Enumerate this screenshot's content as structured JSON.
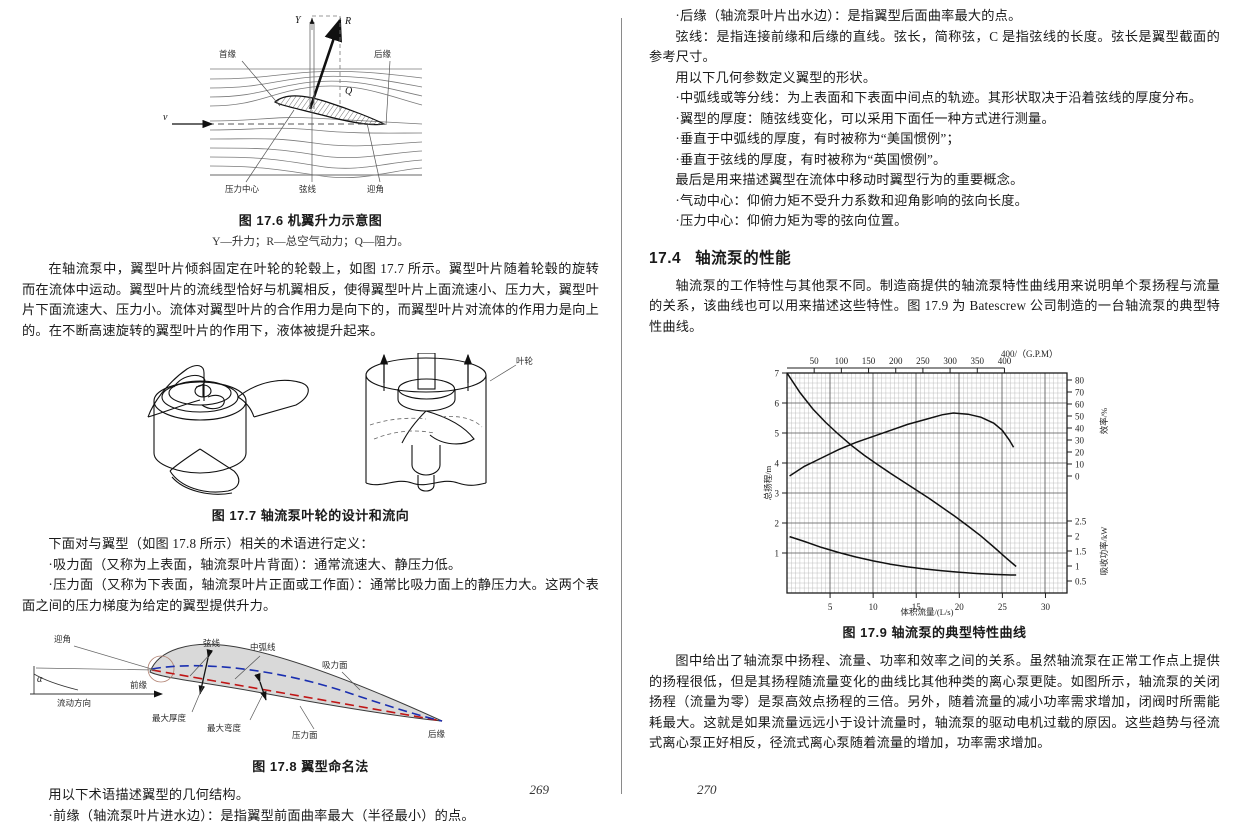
{
  "left_page": {
    "page_number": "269",
    "figure_17_6": {
      "caption": "图 17.6   机翼升力示意图",
      "subcaption": "Y—升力；R—总空气动力；Q—阻力。",
      "labels": {
        "leading_edge": "首缘",
        "trailing_edge": "后缘",
        "pressure_center": "压力中心",
        "chord_line": "弦线",
        "angle_of_attack": "迎角",
        "lift": "Y",
        "resultant": "R",
        "drag": "Q",
        "velocity": "v"
      }
    },
    "para1": "在轴流泵中，翼型叶片倾斜固定在叶轮的轮毂上，如图 17.7 所示。翼型叶片随着轮毂的旋转而在流体中运动。翼型叶片的流线型恰好与机翼相反，使得翼型叶片上面流速小、压力大，翼型叶片下面流速大、压力小。流体对翼型叶片的合作用力是向下的，而翼型叶片对流体的作用力是向上的。在不断高速旋转的翼型叶片的作用下，液体被提升起来。",
    "figure_17_7": {
      "caption": "图 17.7   轴流泵叶轮的设计和流向",
      "labels": {
        "impeller": "叶轮"
      }
    },
    "para2": "下面对与翼型（如图 17.8 所示）相关的术语进行定义：",
    "bullet1": "·吸力面（又称为上表面，轴流泵叶片背面）：通常流速大、静压力低。",
    "bullet2": "·压力面（又称为下表面，轴流泵叶片正面或工作面）：通常比吸力面上的静压力大。这两个表面之间的压力梯度为给定的翼型提供升力。",
    "figure_17_8": {
      "caption": "图 17.8   翼型命名法",
      "labels": {
        "alpha": "α",
        "angle_of_attack": "迎角",
        "flow_direction": "流动方向",
        "chord_line": "弦线",
        "mean_camber_line": "中弧线",
        "suction_surface": "吸力面",
        "leading_edge": "前缘",
        "max_thickness": "最大厚度",
        "max_camber": "最大弯度",
        "pressure_surface": "压力面",
        "trailing_edge": "后缘"
      },
      "colors": {
        "camber_line": "#1a2fb0",
        "chord_line": "#c01515",
        "body_fill": "#d8d8d8"
      }
    },
    "para3": "用以下术语描述翼型的几何结构。",
    "bullet3": "·前缘（轴流泵叶片进水边）：是指翼型前面曲率最大（半径最小）的点。"
  },
  "right_page": {
    "page_number": "270",
    "bullet1": "·后缘（轴流泵叶片出水边）：是指翼型后面曲率最大的点。",
    "para1": "弦线：是指连接前缘和后缘的直线。弦长，简称弦，C 是指弦线的长度。弦长是翼型截面的参考尺寸。",
    "para2": "用以下几何参数定义翼型的形状。",
    "bullet2": "·中弧线或等分线：为上表面和下表面中间点的轨迹。其形状取决于沿着弦线的厚度分布。",
    "bullet3": "·翼型的厚度：随弦线变化，可以采用下面任一种方式进行测量。",
    "bullet4": "·垂直于中弧线的厚度，有时被称为“美国惯例”；",
    "bullet5": "·垂直于弦线的厚度，有时被称为“英国惯例”。",
    "para3": "最后是用来描述翼型在流体中移动时翼型行为的重要概念。",
    "bullet6": "·气动中心：仰俯力矩不受升力系数和迎角影响的弦向长度。",
    "bullet7": "·压力中心：仰俯力矩为零的弦向位置。",
    "section": {
      "number": "17.4",
      "title": "轴流泵的性能"
    },
    "para4": "轴流泵的工作特性与其他泵不同。制造商提供的轴流泵特性曲线用来说明单个泵扬程与流量的关系，该曲线也可以用来描述这些特性。图 17.9 为 Batescrew 公司制造的一台轴流泵的典型特性曲线。",
    "figure_17_9_caption": "图 17.9   轴流泵的典型特性曲线",
    "para5": "图中给出了轴流泵中扬程、流量、功率和效率之间的关系。虽然轴流泵在正常工作点上提供的扬程很低，但是其扬程随流量变化的曲线比其他种类的离心泵更陡。如图所示，轴流泵的关闭扬程（流量为零）是泵高效点扬程的三倍。另外，随着流量的减小功率需求增加，闭阀时所需能耗最大。这就是如果流量远远小于设计流量时，轴流泵的驱动电机过载的原因。这些趋势与径流式离心泵正好相反，径流式离心泵随着流量的增加，功率需求增加。"
  },
  "chart_data": {
    "type": "line",
    "title": "图 17.9   轴流泵的典型特性曲线",
    "xlabel": "体积流量/(L/s)",
    "xlabel_top": "400/（G.P.M）",
    "ylabel_left": "总扬程/m",
    "ylabel_right_upper": "效率/%",
    "ylabel_right_lower": "吸收功率/kW",
    "xlim": [
      0,
      32.5
    ],
    "xticks": [
      5,
      10,
      15,
      20,
      25,
      30
    ],
    "xticks_top": [
      50,
      100,
      150,
      200,
      250,
      300,
      350,
      400
    ],
    "ylim_left": [
      0,
      7.35
    ],
    "yticks_left": [
      1,
      2,
      3,
      4,
      5,
      6,
      7
    ],
    "ylim_right_upper": [
      0,
      80
    ],
    "yticks_right_upper": [
      0,
      10,
      20,
      30,
      40,
      50,
      60,
      70,
      80
    ],
    "yticks_right_lower": [
      0.5,
      1,
      1.5,
      2,
      2.5
    ],
    "grid": true,
    "legend": "none",
    "series": [
      {
        "name": "总扬程/m",
        "axis": "left",
        "points": [
          [
            0,
            7.0
          ],
          [
            1.5,
            6.35
          ],
          [
            3,
            5.8
          ],
          [
            4.5,
            5.35
          ],
          [
            6,
            4.95
          ],
          [
            7.5,
            4.58
          ],
          [
            9,
            4.25
          ],
          [
            10.5,
            3.95
          ],
          [
            12,
            3.66
          ],
          [
            13.5,
            3.38
          ],
          [
            15,
            3.1
          ],
          [
            16.5,
            2.82
          ],
          [
            18,
            2.52
          ],
          [
            19.5,
            2.22
          ],
          [
            21,
            1.9
          ],
          [
            22.5,
            1.57
          ],
          [
            24,
            1.2
          ],
          [
            25.5,
            0.82
          ],
          [
            26.6,
            0.55
          ]
        ]
      },
      {
        "name": "效率/%",
        "axis": "right-upper",
        "points": [
          [
            0.3,
            0
          ],
          [
            2,
            8
          ],
          [
            4,
            15
          ],
          [
            6,
            22
          ],
          [
            8,
            28
          ],
          [
            10,
            33
          ],
          [
            12,
            38
          ],
          [
            14,
            43
          ],
          [
            16,
            47
          ],
          [
            18,
            51
          ],
          [
            19.3,
            52.5
          ],
          [
            21,
            51.5
          ],
          [
            22.5,
            49
          ],
          [
            24,
            44
          ],
          [
            25,
            38
          ],
          [
            25.8,
            30
          ],
          [
            26.3,
            24
          ]
        ]
      },
      {
        "name": "吸收功率/kW",
        "axis": "right-lower",
        "points": [
          [
            0.3,
            1.98
          ],
          [
            2,
            1.82
          ],
          [
            4,
            1.62
          ],
          [
            6,
            1.45
          ],
          [
            8,
            1.3
          ],
          [
            10,
            1.17
          ],
          [
            12,
            1.06
          ],
          [
            14,
            0.97
          ],
          [
            16,
            0.9
          ],
          [
            18,
            0.84
          ],
          [
            20,
            0.79
          ],
          [
            22,
            0.75
          ],
          [
            24,
            0.72
          ],
          [
            26,
            0.7
          ],
          [
            26.6,
            0.7
          ]
        ]
      }
    ]
  }
}
